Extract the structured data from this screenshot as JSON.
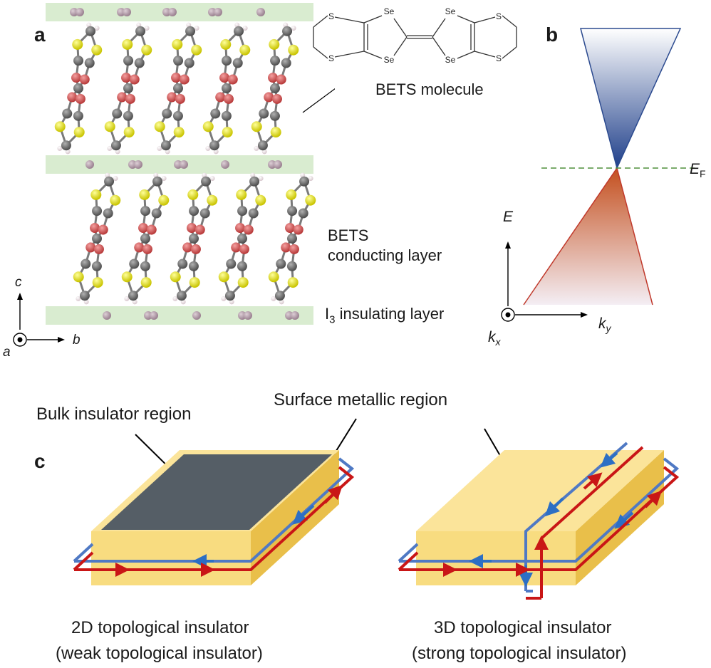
{
  "panels": {
    "a": "a",
    "b": "b",
    "c": "c"
  },
  "panel_a": {
    "molecule_label": "BETS molecule",
    "molecule_atoms": {
      "sulfur": "S",
      "selenium": "Se"
    },
    "conducting_layer_line1": "BETS",
    "conducting_layer_line2": "conducting layer",
    "insulating_layer_prefix": "I",
    "insulating_layer_subscript": "3",
    "insulating_layer_suffix": " insulating layer",
    "axes": {
      "vertical": "c",
      "horizontal": "b",
      "out_of_plane": "a"
    }
  },
  "panel_b": {
    "energy_axis": "E",
    "fermi_prefix": "E",
    "fermi_subscript": "F",
    "ky_prefix": "k",
    "ky_subscript": "y",
    "kx_prefix": "k",
    "kx_subscript": "x"
  },
  "panel_c": {
    "bulk_label": "Bulk insulator region",
    "surface_label": "Surface metallic region",
    "left_title": "2D topological insulator",
    "left_subtitle": "(weak topological insulator)",
    "right_title": "3D topological insulator",
    "right_subtitle": "(strong topological insulator)"
  },
  "colors": {
    "layer_band": "#d9ecd0",
    "iodine": "#b9a3ad",
    "sulfur": "#e6e117",
    "oxygen_red": "#d65a5a",
    "carbon": "#6e6e6e",
    "hydrogen": "#efe4e8",
    "upper_cone": "#2b4a8f",
    "lower_cone": "#c0392b",
    "fermi_line": "#4f8f3a",
    "slab_light": "#f8dc80",
    "slab_top": "#fbe49a",
    "slab_side": "#e9bf4a",
    "slab_dark_top": "#555e66",
    "edge_blue": "#4f79c4",
    "edge_red": "#c91616"
  }
}
